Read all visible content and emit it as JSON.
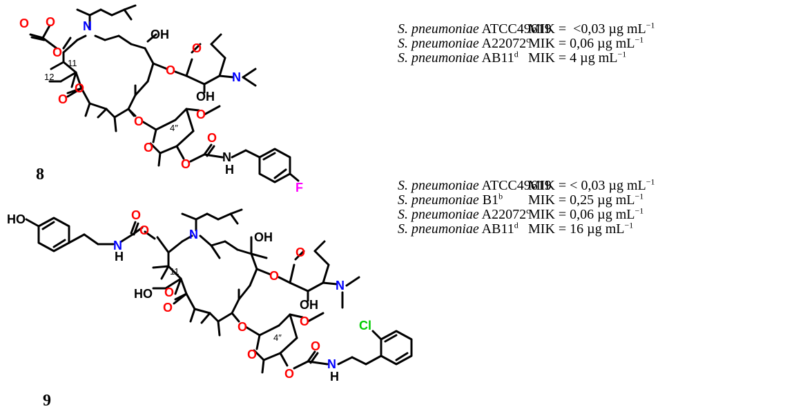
{
  "compound8": {
    "number": "8",
    "atoms": {
      "o": "O",
      "n": "N",
      "oh": "OH",
      "h": "H",
      "f": "F"
    },
    "locants": {
      "c11": "11",
      "c12": "12",
      "c4": "4″"
    },
    "mic": [
      {
        "species": "S. pneumoniae",
        "strain": "ATCC49619",
        "sup": "",
        "mic": "MIK =  <0,03 µg mL",
        "unit_sup": "−1"
      },
      {
        "species": "S. pneumoniae",
        "strain": "A22072",
        "sup": "c",
        "mic": "MIK = 0,06 µg mL",
        "unit_sup": "−1"
      },
      {
        "species": "S. pneumoniae",
        "strain": "AB11",
        "sup": "d",
        "mic": "MIK = 4 µg mL",
        "unit_sup": "−1"
      }
    ]
  },
  "compound9": {
    "number": "9",
    "atoms": {
      "o": "O",
      "n": "N",
      "oh": "OH",
      "ho": "HO",
      "h": "H",
      "cl": "Cl"
    },
    "locants": {
      "c11": "11",
      "c4": "4″"
    },
    "mic": [
      {
        "species": "S. pneumoniae",
        "strain": "ATCC49619",
        "sup": "",
        "mic": "MIK = < 0,03 µg mL",
        "unit_sup": "−1"
      },
      {
        "species": "S. pneumoniae",
        "strain": "B1",
        "sup": "b",
        "mic": "MIK = 0,25 µg mL",
        "unit_sup": "−1"
      },
      {
        "species": "S. pneumoniae",
        "strain": "A22072",
        "sup": "c",
        "mic": "MIK = 0,06 µg mL",
        "unit_sup": "−1"
      },
      {
        "species": "S. pneumoniae",
        "strain": "AB11",
        "sup": "d",
        "mic": "MIK = 16 µg mL",
        "unit_sup": "−1"
      }
    ]
  },
  "colors": {
    "bond": "#000000",
    "oxygen": "#ff0000",
    "nitrogen": "#0000ff",
    "fluorine": "#ff00ff",
    "chlorine": "#00cc00"
  }
}
